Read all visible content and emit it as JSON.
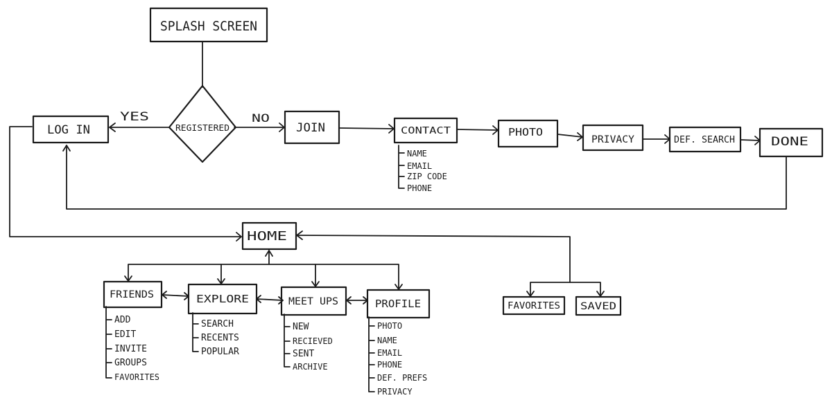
{
  "nodes": {
    "splash": "SPLASH SCREEN",
    "registered": "REGISTERED",
    "login": "LOG IN",
    "join": "JOIN",
    "contact": "CONTACT",
    "photo": "PHOTO",
    "privacy": "PRIVACY",
    "def_search": "DEF. SEARCH",
    "done": "DONE",
    "home": "HOME",
    "friends": "FRIENDS",
    "explore": "EXPLORE",
    "meet_ups": "MEET UPS",
    "profile": "PROFILE",
    "favorites": "FAVORITES",
    "saved": "SAVED"
  },
  "edge_labels": {
    "yes": "YES",
    "no": "NO"
  },
  "contact_items": [
    "NAME",
    "EMAIL",
    "ZIP CODE",
    "PHONE"
  ],
  "friends_items": [
    "ADD",
    "EDIT",
    "INVITE",
    "GROUPS",
    "FAVORITES"
  ],
  "explore_items": [
    "SEARCH",
    "RECENTS",
    "POPULAR"
  ],
  "meet_ups_items": [
    "NEW",
    "RECIEVED",
    "SENT",
    "ARCHIVE"
  ],
  "profile_items": [
    "PHOTO",
    "NAME",
    "EMAIL",
    "PHONE",
    "DEF. PREFS",
    "PRIVACY"
  ]
}
